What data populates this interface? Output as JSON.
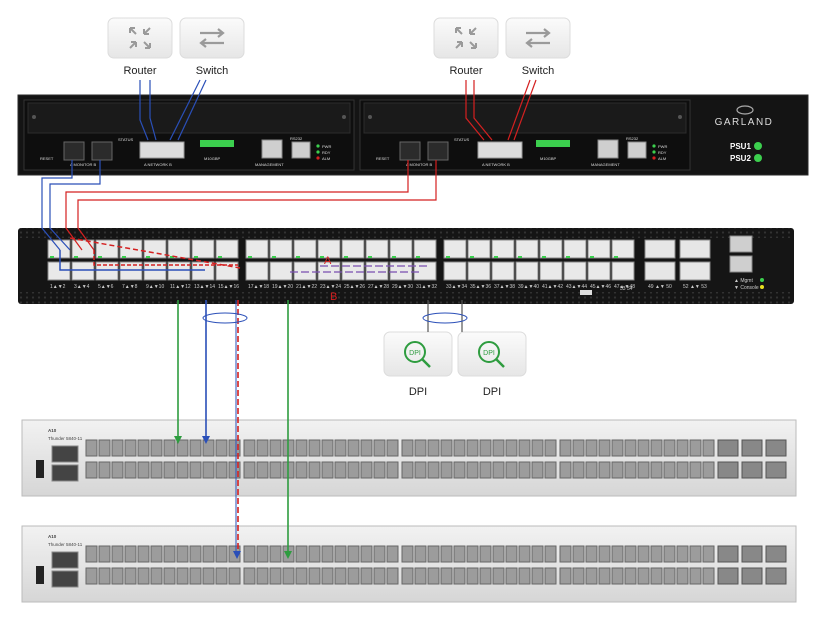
{
  "devices": {
    "left_router_label": "Router",
    "left_switch_label": "Switch",
    "right_router_label": "Router",
    "right_switch_label": "Switch",
    "dpi_left_label": "DPI",
    "dpi_right_label": "DPI",
    "dpi_icon_text": "DPI"
  },
  "tap": {
    "brand": "GARLAND",
    "psu1": "PSU1",
    "psu2": "PSU2",
    "module_left": {
      "reset": "RESET",
      "monitor": "A  MONITOR  B",
      "network": "A  NETWORK  B",
      "status": "STATUS",
      "management": "MANAGEMENT",
      "rs232": "RS232",
      "pwr": "PWR",
      "rdy": "RDY",
      "alm": "ALM",
      "model": "M10GBP"
    },
    "module_right": {
      "reset": "RESET",
      "monitor": "A  MONITOR  B",
      "network": "A  NETWORK  B",
      "status": "STATUS",
      "management": "MANAGEMENT",
      "rs232": "RS232",
      "pwr": "PWR",
      "rdy": "RDY",
      "alm": "ALM",
      "model": "M10GBP"
    }
  },
  "packet_broker": {
    "port_labels": [
      "1▲▼2",
      "3▲▼4",
      "5▲▼6",
      "7▲▼8",
      "9▲▼10",
      "11▲▼12",
      "13▲▼14",
      "15▲▼16",
      "17▲▼18",
      "19▲▼20",
      "21▲▼22",
      "23▲▼24",
      "25▲▼26",
      "27▲▼28",
      "29▲▼30",
      "31▲▼32",
      "33▲▼34",
      "35▲▼36",
      "37▲▼38",
      "39▲▼40",
      "41▲▼42",
      "43▲▼44",
      "45▲▼46",
      "47▲▼48"
    ],
    "qsfp_label_a": "49 ▲▼ 50",
    "qsfp_label_b": "52 ▲▼ 53",
    "mgmt": "▲ Mgmt",
    "console": "▼ Console",
    "extra": "53  54",
    "marker_a": "A",
    "marker_b": "B"
  },
  "servers": {
    "top_brand": "A10",
    "top_model": "Thunder 5840-11",
    "bottom_brand": "A10",
    "bottom_model": "Thunder 5840-11"
  },
  "colors": {
    "router_link": "#2a4fb8",
    "switch_link": "#d42020",
    "monitor_link": "#2e9c3f",
    "dpi_green": "#2e9c3f",
    "led_green": "#3ccf4e"
  }
}
